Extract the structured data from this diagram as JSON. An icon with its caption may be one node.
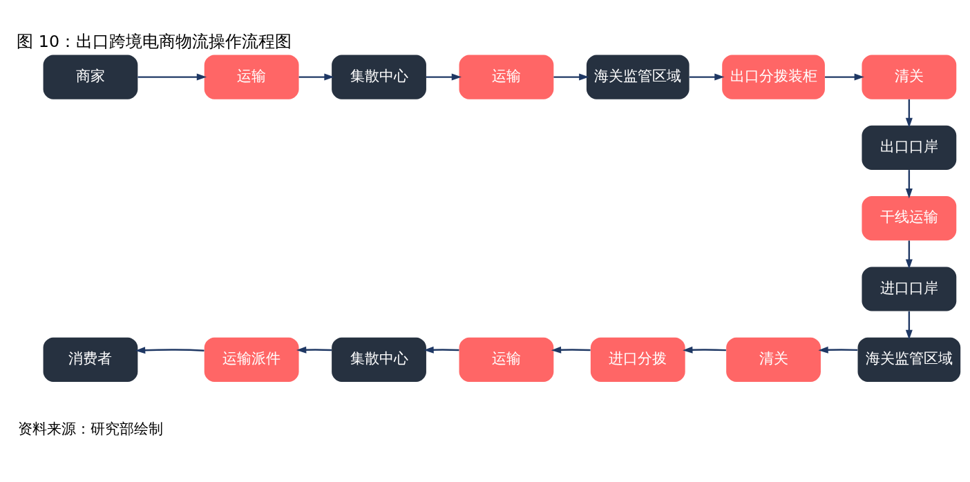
{
  "diagram": {
    "title": "图 10：出口跨境电商物流操作流程图",
    "caption": "资料来源：研究部绘制",
    "nodes": [
      {
        "text": [
          "商家"
        ]
      },
      {
        "text": [
          "运输"
        ]
      },
      {
        "text": [
          "集散中心"
        ]
      },
      {
        "text": [
          "运输"
        ]
      },
      {
        "text": [
          "海关监管区域"
        ]
      },
      {
        "text": [
          "出口分拨装柜"
        ]
      },
      {
        "text": [
          "清关"
        ]
      },
      {
        "text": [
          "出口口岸"
        ]
      },
      {
        "text": [
          "干线运输"
        ]
      },
      {
        "text": [
          "进口口岸"
        ]
      },
      {
        "text": [
          "海关监管区域"
        ]
      },
      {
        "text": [
          "清关"
        ]
      },
      {
        "text": [
          "进口分拨"
        ]
      },
      {
        "text": [
          "运输"
        ]
      },
      {
        "text": [
          "集散中心"
        ]
      },
      {
        "text": [
          "运输派件"
        ]
      },
      {
        "text": [
          "消费者"
        ]
      }
    ],
    "edges": [
      {
        "from": 0,
        "to": 1,
        "arrow": "to"
      },
      {
        "from": 1,
        "to": 2,
        "arrow": "to"
      },
      {
        "from": 2,
        "to": 3,
        "arrow": "to"
      },
      {
        "from": 3,
        "to": 4,
        "arrow": "to"
      },
      {
        "from": 4,
        "to": 5,
        "arrow": "to"
      },
      {
        "from": 5,
        "to": 6,
        "arrow": "to"
      },
      {
        "from": 6,
        "to": 7,
        "arrow": "to"
      },
      {
        "from": 7,
        "to": 8,
        "arrow": "to"
      },
      {
        "from": 8,
        "to": 9,
        "arrow": "to"
      },
      {
        "from": 9,
        "to": 10,
        "arrow": "to"
      },
      {
        "from": 10,
        "to": 11,
        "arrow": "to"
      },
      {
        "from": 11,
        "to": 12,
        "arrow": "to"
      },
      {
        "from": 12,
        "to": 13,
        "arrow": "to"
      },
      {
        "from": 13,
        "to": 14,
        "arrow": "to"
      },
      {
        "from": 14,
        "to": 15,
        "arrow": "to"
      },
      {
        "from": 15,
        "to": 16,
        "arrow": "to"
      }
    ]
  }
}
